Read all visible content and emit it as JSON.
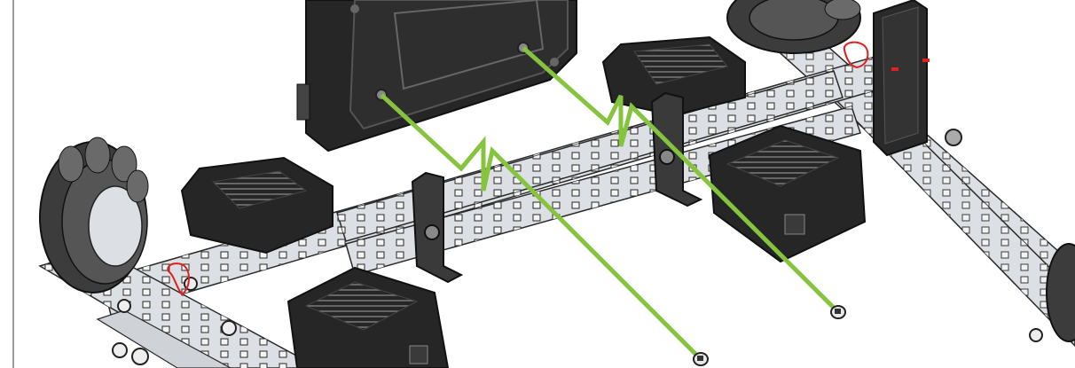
{
  "diagram": {
    "colors": {
      "background": "#ffffff",
      "frame_rule": "#9a9a9a",
      "metal": "#dcdfe3",
      "metal_edge": "#2a2a2a",
      "hole": "#f4f4f4",
      "motor_body": "#262626",
      "motor_top": "#3a3a3a",
      "motor_label": "#6b6b6b",
      "wheel_tire": "#3c3c3c",
      "wheel_hub": "#555555",
      "assembly_line": "#86c440",
      "screw_head": "#e8e8e8",
      "marker": "#e02020"
    },
    "icons": [
      "robot-chassis-diagram",
      "brain-unit",
      "smart-motor",
      "omni-wheel",
      "standoff-bracket",
      "screw",
      "green-assembly-line",
      "red-circle-marker"
    ]
  }
}
